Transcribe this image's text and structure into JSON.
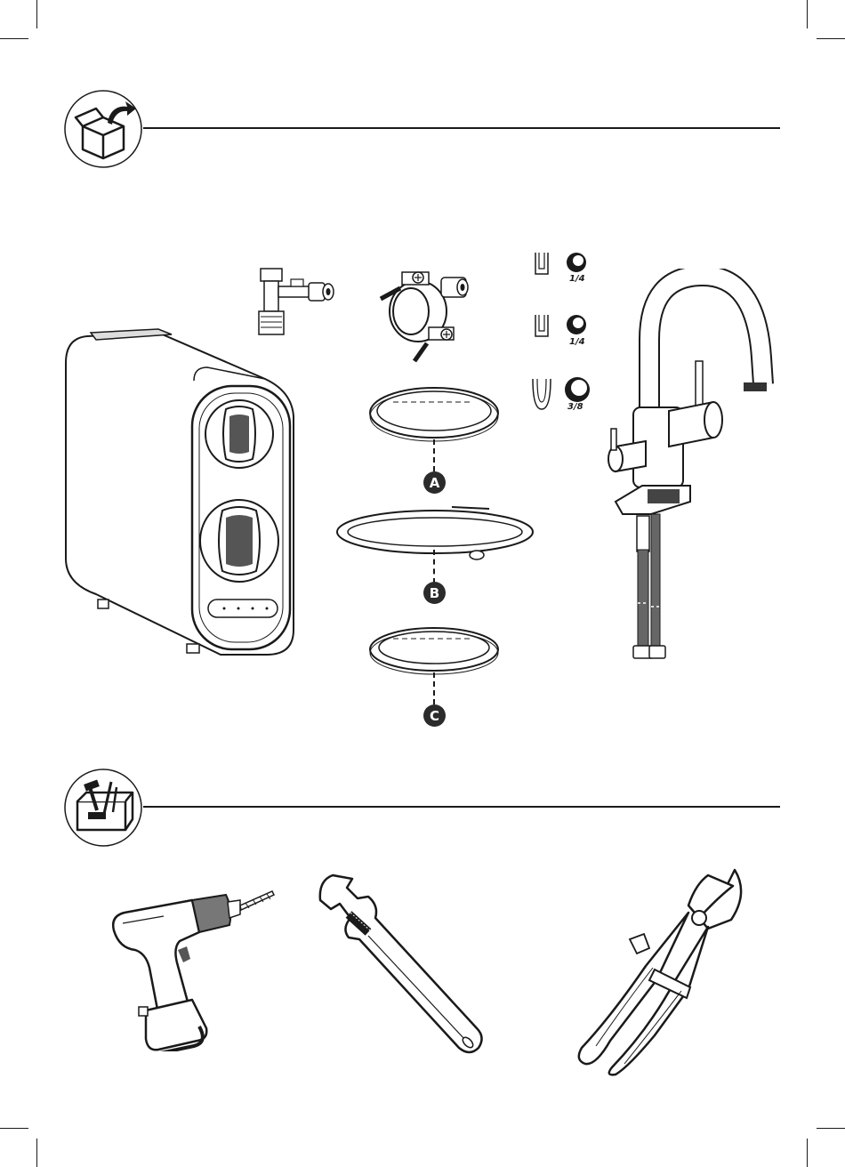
{
  "sections": {
    "contents": {
      "icon": "open-box-icon"
    },
    "tools": {
      "icon": "toolbox-icon"
    }
  },
  "parts": {
    "clip_sizes": [
      "1/4",
      "1/4",
      "3/8"
    ],
    "tube_labels": [
      "A",
      "B",
      "C"
    ]
  },
  "tools": [
    "drill-icon",
    "adjustable-wrench-icon",
    "pliers-icon"
  ],
  "colors": {
    "ink": "#1a1a1a",
    "paper": "#ffffff",
    "label_bg": "#2b2b2b"
  }
}
